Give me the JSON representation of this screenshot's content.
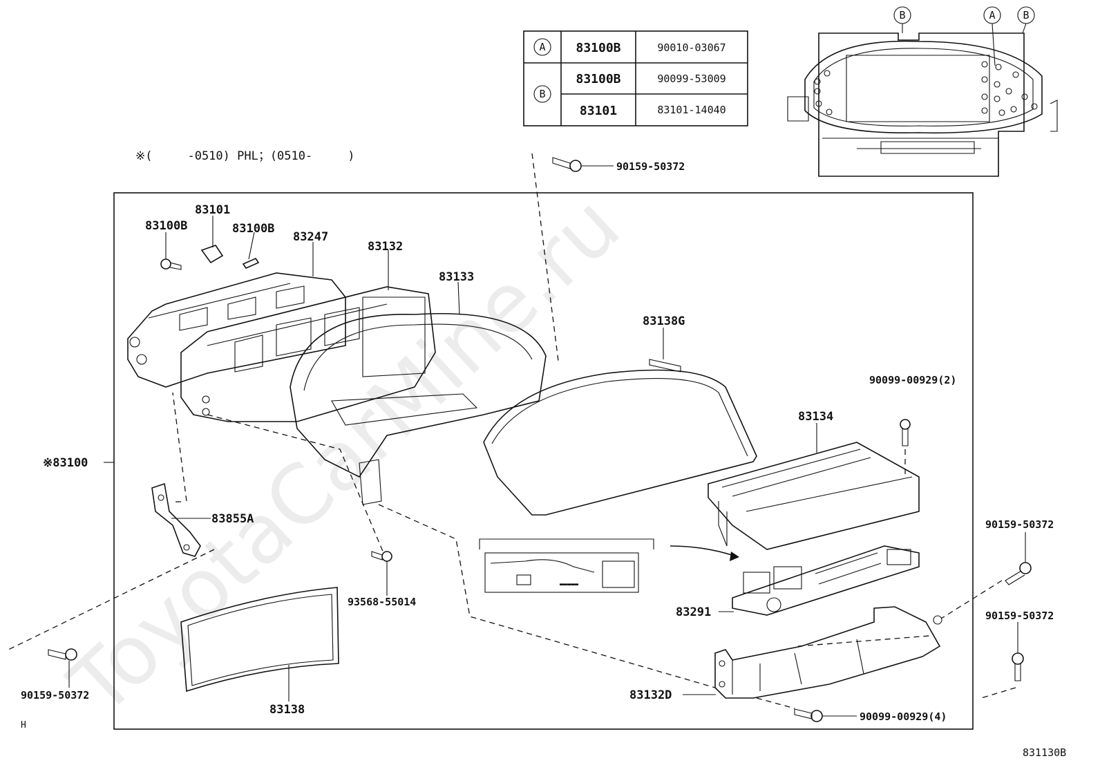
{
  "note": "※(　　　-0510) PHL；(0510-　　　)",
  "watermark": "ToyotaCarMine.ru",
  "page_code": "831130B",
  "corner_mark": "H",
  "table": {
    "rows": [
      {
        "key": "A",
        "part": "83100B",
        "number": "90010-03067"
      },
      {
        "key": "B",
        "part": "83100B",
        "number": "90099-53009"
      },
      {
        "key": "",
        "part": "83101",
        "number": "83101-14040"
      }
    ]
  },
  "detail_view": {
    "markers": [
      "B",
      "A",
      "B"
    ]
  },
  "labels": {
    "p83101": "83101",
    "p83100b_left": "83100B",
    "p83100b_right": "83100B",
    "p83247": "83247",
    "p83132": "83132",
    "p83133": "83133",
    "p83138g": "83138G",
    "p90159_top": "90159-50372",
    "p90099_2": "90099-00929(2)",
    "p83134": "83134",
    "p83100": "※83100",
    "p83855a": "83855A",
    "p93568": "93568-55014",
    "p90159_right_top": "90159-50372",
    "p90159_right_bot": "90159-50372",
    "p83291": "83291",
    "p83132d": "83132D",
    "p90099_4": "90099-00929(4)",
    "p90159_left": "90159-50372",
    "p83138": "83138"
  }
}
